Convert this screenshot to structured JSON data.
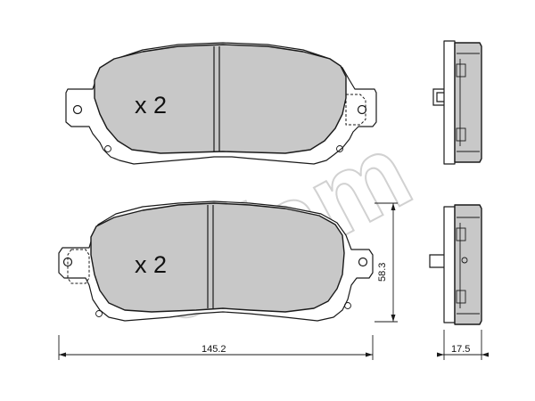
{
  "top_pad": {
    "quantity_label": "x 2"
  },
  "bottom_pad": {
    "quantity_label": "x 2"
  },
  "dimensions": {
    "width": "145.2",
    "height": "58.3",
    "thickness": "17.5"
  },
  "watermark": {
    "text": "cifam"
  },
  "colors": {
    "pad_fill": "#c8c8c8",
    "outline": "#1a1a1a",
    "background": "#ffffff"
  }
}
